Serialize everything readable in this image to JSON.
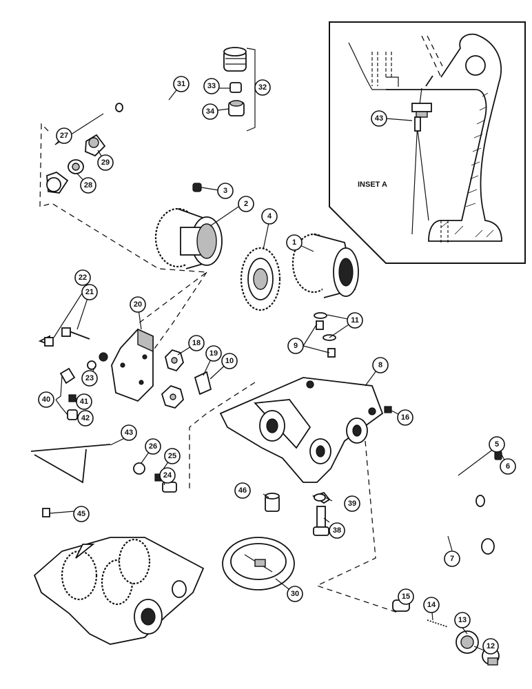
{
  "inset": {
    "label": "INSET A",
    "callout": "43"
  },
  "callouts": [
    {
      "id": "c1",
      "num": "1"
    },
    {
      "id": "c2",
      "num": "2"
    },
    {
      "id": "c3",
      "num": "3"
    },
    {
      "id": "c4",
      "num": "4"
    },
    {
      "id": "c5",
      "num": "5"
    },
    {
      "id": "c6",
      "num": "6"
    },
    {
      "id": "c7",
      "num": "7"
    },
    {
      "id": "c8",
      "num": "8"
    },
    {
      "id": "c9",
      "num": "9"
    },
    {
      "id": "c10",
      "num": "10"
    },
    {
      "id": "c11",
      "num": "11"
    },
    {
      "id": "c12",
      "num": "12"
    },
    {
      "id": "c13",
      "num": "13"
    },
    {
      "id": "c14",
      "num": "14"
    },
    {
      "id": "c15",
      "num": "15"
    },
    {
      "id": "c16",
      "num": "16"
    },
    {
      "id": "c18",
      "num": "18"
    },
    {
      "id": "c19",
      "num": "19"
    },
    {
      "id": "c20",
      "num": "20"
    },
    {
      "id": "c21",
      "num": "21"
    },
    {
      "id": "c22",
      "num": "22"
    },
    {
      "id": "c23",
      "num": "23"
    },
    {
      "id": "c24",
      "num": "24"
    },
    {
      "id": "c25",
      "num": "25"
    },
    {
      "id": "c26",
      "num": "26"
    },
    {
      "id": "c27",
      "num": "27"
    },
    {
      "id": "c28",
      "num": "28"
    },
    {
      "id": "c29",
      "num": "29"
    },
    {
      "id": "c30",
      "num": "30"
    },
    {
      "id": "c31",
      "num": "31"
    },
    {
      "id": "c32",
      "num": "32"
    },
    {
      "id": "c33",
      "num": "33"
    },
    {
      "id": "c34",
      "num": "34"
    },
    {
      "id": "c38",
      "num": "38"
    },
    {
      "id": "c39",
      "num": "39"
    },
    {
      "id": "c40",
      "num": "40"
    },
    {
      "id": "c41",
      "num": "41"
    },
    {
      "id": "c42",
      "num": "42"
    },
    {
      "id": "c43",
      "num": "43"
    },
    {
      "id": "c45",
      "num": "45"
    },
    {
      "id": "c46",
      "num": "46"
    }
  ]
}
